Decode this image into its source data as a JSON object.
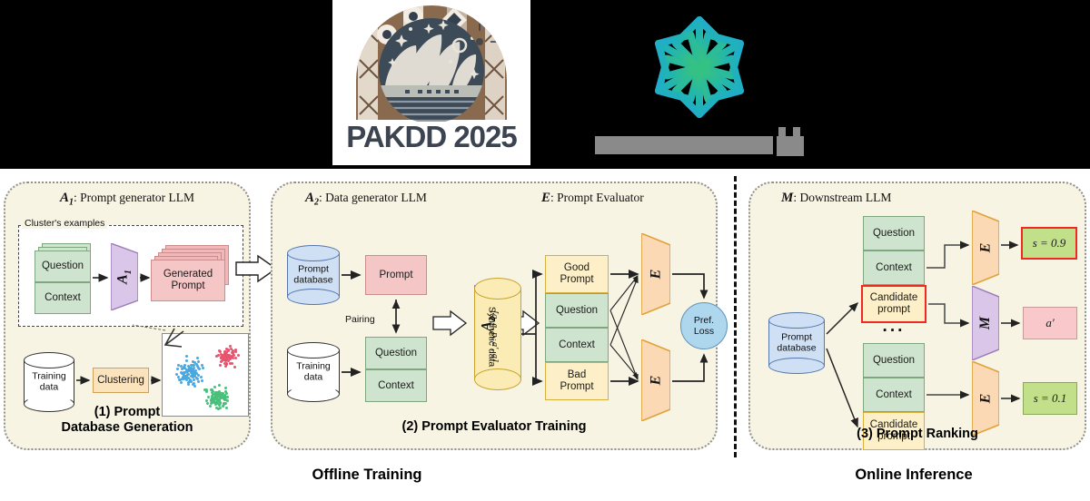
{
  "banner": {
    "pakdd": {
      "text": "PAKDD 2025",
      "icon": "sydney-opera-house-logo",
      "bg": "#ffffff",
      "text_color": "#3b4450"
    },
    "partner": {
      "icon": "flower-knot-logo",
      "color_start": "#2aa9d4",
      "color_end": "#2fc08a",
      "wordmark": "redacted"
    }
  },
  "diagram": {
    "divider": "dashed-vertical-divider",
    "panel1": {
      "header_main": "A",
      "header_sub": "1",
      "header_rest": ": Prompt generator LLM",
      "cluster_examples_label": "Cluster's examples",
      "question_label": "Question",
      "context_label": "Context",
      "a1_glyph": "A",
      "a1_sub": "1",
      "generated_prompt_label": "Generated\nPrompt",
      "generated_prompt_line1": "Generated",
      "generated_prompt_line2": "Prompt",
      "training_data_line1": "Training",
      "training_data_line2": "data",
      "clustering_label": "Clustering",
      "caption_line1": "(1) Prompt",
      "caption_line2": "Database Generation",
      "clusters": [
        {
          "name": "cluster-blue",
          "color": "#4aa8e0"
        },
        {
          "name": "cluster-red",
          "color": "#e8546f"
        },
        {
          "name": "cluster-green",
          "color": "#49c07a"
        }
      ]
    },
    "panel2": {
      "header_a2_main": "A",
      "header_a2_sub": "2",
      "header_a2_rest": ": Data generator LLM",
      "header_e_main": "E",
      "header_e_rest": ": Prompt Evaluator",
      "prompt_database_line1": "Prompt",
      "prompt_database_line2": "database",
      "training_data_line1": "Training",
      "training_data_line2": "data",
      "prompt_label": "Prompt",
      "pairing_label": "Pairing",
      "question_label": "Question",
      "context_label": "Context",
      "a2_glyph": "A",
      "a2_sub": "2",
      "synthetic_data_label": "Synthetic data",
      "synthetic_data_tuple": "[q, c, p, a′, a]",
      "good_prompt_line1": "Good",
      "good_prompt_line2": "Prompt",
      "bad_prompt_line1": "Bad",
      "bad_prompt_line2": "Prompt",
      "evaluator_glyph": "E",
      "pref_loss_line1": "Pref.",
      "pref_loss_line2": "Loss",
      "caption_line1": "(2) Prompt Evaluator Training"
    },
    "panel3": {
      "header_main": "M",
      "header_rest": ": Downstream LLM",
      "prompt_database_line1": "Prompt",
      "prompt_database_line2": "database",
      "question_label": "Question",
      "context_label": "Context",
      "candidate_prompt_line1": "Candidate",
      "candidate_prompt_line2": "prompt",
      "ellipsis": "···",
      "evaluator_glyph": "E",
      "model_glyph": "M",
      "score_high": "s = 0.9",
      "score_low": "s = 0.1",
      "answer_label": "a′",
      "caption_line1": "(3) Prompt Ranking"
    },
    "bottom": {
      "offline": "Offline Training",
      "online": "Online Inference"
    }
  },
  "colors": {
    "panel_bg": "#f7f4e3",
    "green_box": "#cfe4cf",
    "pink_box": "#f5c6c6",
    "yellow_box": "#fdf0c8",
    "peach_trap": "#fbd9b5",
    "purple_trap": "#d9c6e8",
    "blue_cyl": "#cfe0f5",
    "yellow_cyl": "#fbecb6",
    "pref_loss_circle": "#aed6ed",
    "score_green": "#c2e08a",
    "answer_pink": "#f8c8cb",
    "red_highlight": "#ee2a22"
  }
}
